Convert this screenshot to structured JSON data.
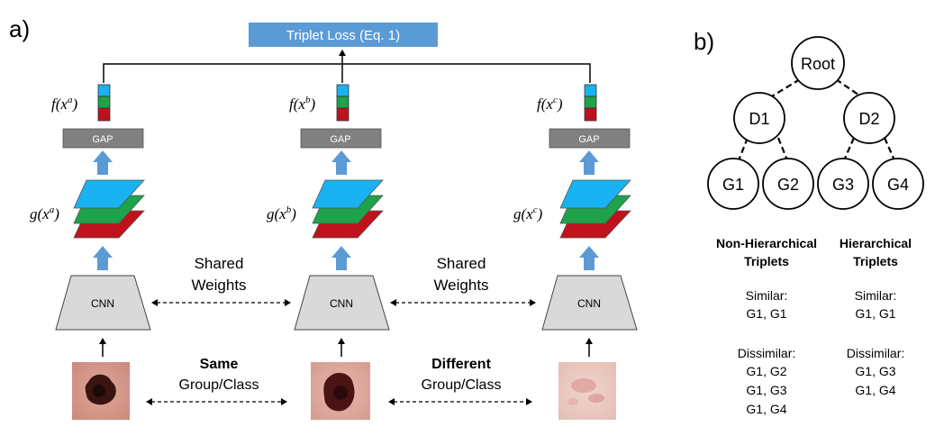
{
  "panel_a": {
    "label": "a)",
    "loss_box": "Triplet Loss (Eq. 1)",
    "branches": [
      {
        "embedding_label": "f(x",
        "embedding_sup": "a",
        "feature_label": "g(x",
        "feature_sup": "a",
        "gap_label": "GAP",
        "cnn_label": "CNN"
      },
      {
        "embedding_label": "f(x",
        "embedding_sup": "b",
        "feature_label": "g(x",
        "feature_sup": "b",
        "gap_label": "GAP",
        "cnn_label": "CNN"
      },
      {
        "embedding_label": "f(x",
        "embedding_sup": "c",
        "feature_label": "g(x",
        "feature_sup": "c",
        "gap_label": "GAP",
        "cnn_label": "CNN"
      }
    ],
    "shared_weights": [
      {
        "line1": "Shared",
        "line2": "Weights"
      },
      {
        "line1": "Shared",
        "line2": "Weights"
      }
    ],
    "relations": [
      {
        "bold": "Same",
        "rest": "Group/Class"
      },
      {
        "bold": "Different",
        "rest": "Group/Class"
      }
    ],
    "colors": {
      "loss_fill": "#5b9bd5",
      "arrow_fill": "#5b9bd5",
      "gap_fill": "#808080",
      "cnn_fill": "#d9d9d9",
      "layer_top": "#1ab2f0",
      "layer_mid": "#1ea24a",
      "layer_bottom": "#c0121c"
    }
  },
  "panel_b": {
    "label": "b)",
    "tree": {
      "root": "Root",
      "level1": [
        "D1",
        "D2"
      ],
      "level2": [
        "G1",
        "G2",
        "G3",
        "G4"
      ]
    },
    "columns": [
      {
        "heading_line1": "Non-Hierarchical",
        "heading_line2": "Triplets",
        "similar_label": "Similar:",
        "similar": [
          "G1, G1"
        ],
        "dissimilar_label": "Dissimilar:",
        "dissimilar": [
          "G1, G2",
          "G1, G3",
          "G1, G4"
        ]
      },
      {
        "heading_line1": "Hierarchical",
        "heading_line2": "Triplets",
        "similar_label": "Similar:",
        "similar": [
          "G1, G1"
        ],
        "dissimilar_label": "Dissimilar:",
        "dissimilar": [
          "G1, G3",
          "G1, G4"
        ]
      }
    ]
  }
}
